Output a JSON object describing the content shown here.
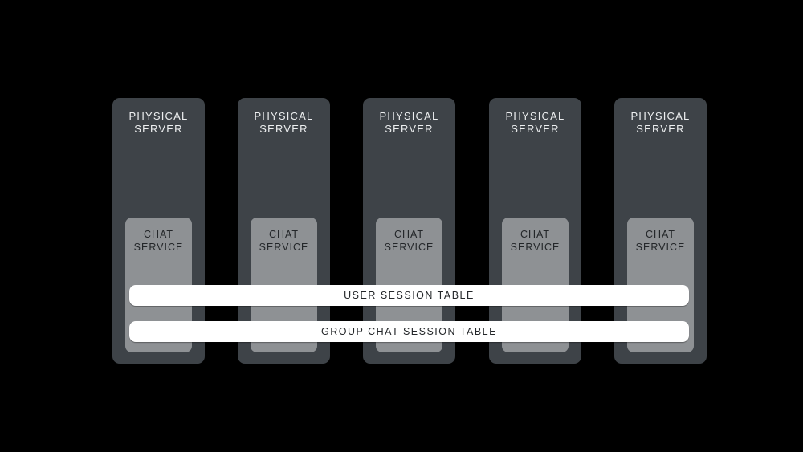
{
  "servers": [
    {
      "label": "PHYSICAL SERVER",
      "service": {
        "label": "CHAT SERVICE"
      }
    },
    {
      "label": "PHYSICAL SERVER",
      "service": {
        "label": "CHAT SERVICE"
      }
    },
    {
      "label": "PHYSICAL SERVER",
      "service": {
        "label": "CHAT SERVICE"
      }
    },
    {
      "label": "PHYSICAL SERVER",
      "service": {
        "label": "CHAT SERVICE"
      }
    },
    {
      "label": "PHYSICAL SERVER",
      "service": {
        "label": "CHAT SERVICE"
      }
    }
  ],
  "shared_tables": [
    {
      "label": "USER SESSION TABLE"
    },
    {
      "label": "GROUP CHAT SESSION TABLE"
    }
  ],
  "colors": {
    "background": "#000000",
    "server_box": "#3e4348",
    "service_box": "#8e9194",
    "table_bar": "#ffffff",
    "server_text": "#edeff0",
    "dark_text": "#232629"
  }
}
